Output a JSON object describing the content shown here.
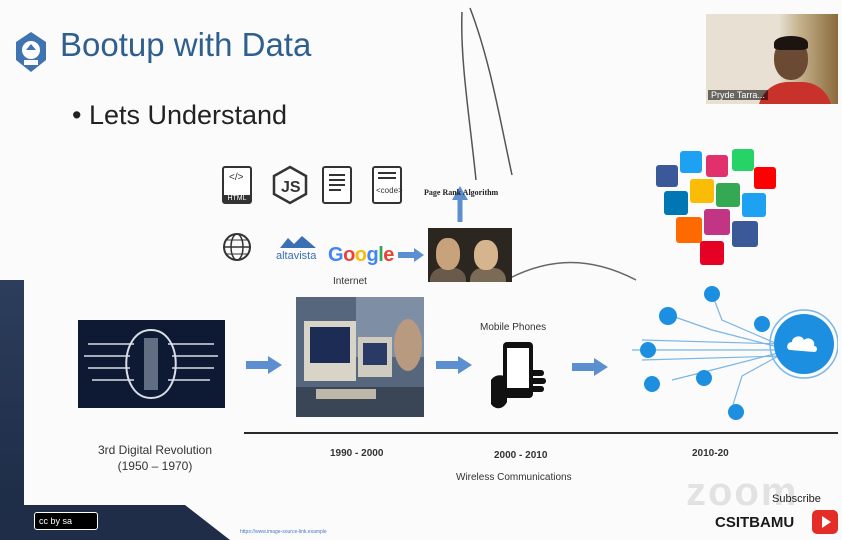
{
  "slide": {
    "title": "Bootup with Data",
    "bullet": "• Lets Understand"
  },
  "webcam": {
    "participant_name": "Pryde Tarra..."
  },
  "icons": {
    "html_label": "HTML",
    "altavista_label": "altavista",
    "google_letters": [
      "G",
      "o",
      "o",
      "g",
      "l",
      "e"
    ],
    "internet_label": "Internet",
    "pagerank_label": "Page Rank Algorithm"
  },
  "timeline": {
    "stage1_line1": "3rd Digital Revolution",
    "stage1_line2": "(1950 – 1970)",
    "stage2_date": "1990 - 2000",
    "stage3_title": "Mobile Phones",
    "stage3_date": "2000 - 2010",
    "stage3_sub": "Wireless Communications",
    "stage4_date": "2010-20"
  },
  "branding": {
    "zoom_watermark": "zoom",
    "subscribe": "Subscribe",
    "channel": "CSITBAMU",
    "license": "cc by sa"
  },
  "colors": {
    "title": "#2f5f8e",
    "arrow": "#5b8fd0",
    "strip": "#1f2d49",
    "youtube": "#e52d27"
  }
}
